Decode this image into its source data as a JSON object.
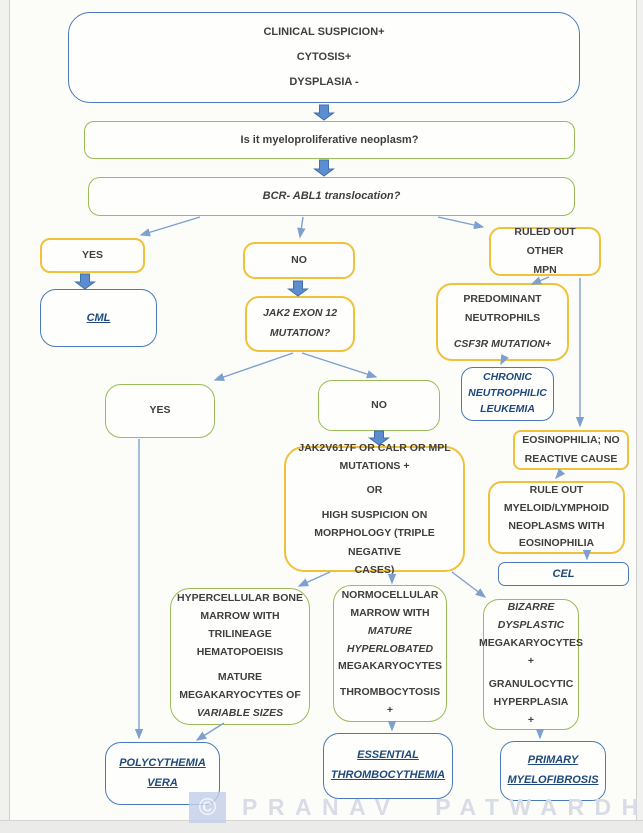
{
  "nodes": {
    "clinical": {
      "lines": [
        "CLINICAL SUSPICION+",
        "CYTOSIS+",
        "DYSPLASIA -"
      ]
    },
    "mpn_question": {
      "lines": [
        "Is it myeloproliferative neoplasm?"
      ]
    },
    "bcr_question": {
      "lines": [
        "BCR- ABL1 translocation?"
      ]
    },
    "yes1": {
      "lines": [
        "YES"
      ]
    },
    "no1": {
      "lines": [
        "NO"
      ]
    },
    "ruled_out": {
      "lines": [
        "RULED OUT OTHER",
        "MPN"
      ]
    },
    "cml": {
      "lines": [
        "CML"
      ]
    },
    "jak2_exon": {
      "lines": [
        "JAK2 EXON 12",
        "MUTATION?"
      ]
    },
    "predominant": {
      "lines": [
        "PREDOMINANT",
        "NEUTROPHILS",
        "CSF3R MUTATION+"
      ]
    },
    "cnl": {
      "lines": [
        "CHRONIC",
        "NEUTROPHILIC",
        "LEUKEMIA"
      ]
    },
    "yes2": {
      "lines": [
        "YES"
      ]
    },
    "no2": {
      "lines": [
        "NO"
      ]
    },
    "eosinophilia": {
      "lines": [
        "EOSINOPHILIA; NO",
        "REACTIVE CAUSE"
      ]
    },
    "triple_negative": {
      "lines": [
        "JAK2V617F OR CALR OR MPL",
        "MUTATIONS +",
        "OR",
        "HIGH SUSPICION ON",
        "MORPHOLOGY (TRIPLE NEGATIVE",
        "CASES)"
      ]
    },
    "rule_out_myeloid": {
      "lines": [
        "RULE OUT",
        "MYELOID/LYMPHOID",
        "NEOPLASMS WITH",
        "EOSINOPHILIA"
      ]
    },
    "cel": {
      "lines": [
        "CEL"
      ]
    },
    "hypercellular": {
      "lines": [
        "HYPERCELLULAR BONE",
        "MARROW WITH",
        "TRILINEAGE",
        "HEMATOPOEISIS",
        "MATURE",
        "MEGAKARYOCYTES OF",
        "VARIABLE SIZES"
      ]
    },
    "normocellular": {
      "lines": [
        "NORMOCELLULAR",
        "MARROW WITH",
        "MATURE",
        "HYPERLOBATED",
        "MEGAKARYOCYTES",
        "THROMBOCYTOSIS",
        "+"
      ]
    },
    "bizarre": {
      "lines": [
        "BIZARRE",
        "DYSPLASTIC",
        "MEGAKARYOCYTES",
        "+",
        "GRANULOCYTIC",
        "HYPERPLASIA +"
      ]
    },
    "pv": {
      "lines": [
        "POLYCYTHEMIA",
        "VERA"
      ]
    },
    "et": {
      "lines": [
        "ESSENTIAL",
        "THROMBOCYTHEMIA"
      ]
    },
    "pmf": {
      "lines": [
        "PRIMARY",
        "MYELOFIBROSIS"
      ]
    }
  },
  "watermark": {
    "symbol": "©",
    "text": "PRANAV PATWARDHAN"
  },
  "colors": {
    "border_blue": "#4a7ab5",
    "border_green": "#9abb59",
    "border_yellow": "#f0c13b",
    "result_text": "#1f497d",
    "body_text": "#3f3f3f",
    "arrow": "#7da0cf",
    "block_arrow_fill": "#5b8dcf"
  }
}
